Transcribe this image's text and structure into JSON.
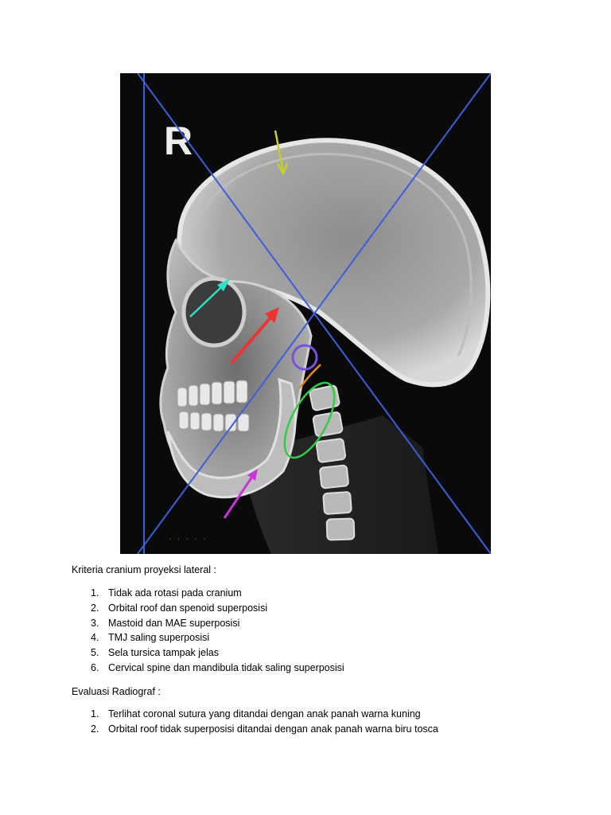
{
  "figure": {
    "marker_letter": "R"
  },
  "criteria": {
    "heading": "Kriteria cranium proyeksi lateral :",
    "items": [
      {
        "num": "1.",
        "text": "Tidak ada rotasi pada cranium"
      },
      {
        "num": "2.",
        "text": "Orbital roof dan spenoid superposisi"
      },
      {
        "num": "3.",
        "text": "Mastoid dan MAE superposisi"
      },
      {
        "num": "4.",
        "text": "TMJ saling superposisi"
      },
      {
        "num": "5.",
        "text": "Sela tursica tampak jelas"
      },
      {
        "num": "6.",
        "text": "Cervical spine dan mandibula tidak saling superposisi"
      }
    ]
  },
  "evaluation": {
    "heading": "Evaluasi Radiograf :",
    "items": [
      {
        "num": "1.",
        "text": "Terlihat coronal sutura yang ditandai dengan anak panah warna kuning"
      },
      {
        "num": "2.",
        "text": "Orbital roof tidak superposisi ditandai dengan anak panah warna  biru tosca"
      }
    ]
  },
  "colors": {
    "cross_lines": "#3a5fd8",
    "arrow_yellow": "#c8cf2a",
    "arrow_cyan": "#2fe0c8",
    "arrow_red": "#ee3333",
    "arrow_magenta": "#cc33dd",
    "circle_purple": "#7a4fe0",
    "mark_orange": "#e08a2a",
    "ellipse_green": "#33cc44"
  }
}
